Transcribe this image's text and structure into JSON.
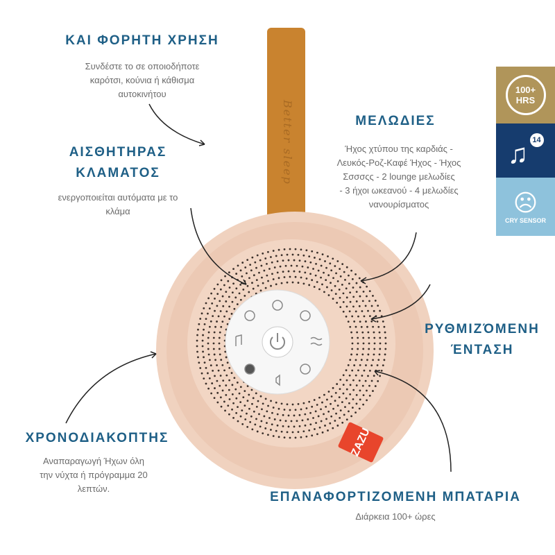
{
  "features": [
    {
      "title": "ΚΑΙ ΦΟΡΗΤΗ ΧΡΗΣΗ",
      "lines": [
        "Συνδέστε το σε οποιοδήποτε",
        "καρότσι, κούνια ή κάθισμα",
        "αυτοκινήτου"
      ]
    },
    {
      "title_lines": [
        "ΑΙΣΘΗΤΗΡΑΣ",
        "ΚΛΑΜΑΤΟΣ"
      ],
      "lines": [
        "ενεργοποιείται αυτόματα με το",
        "κλάμα"
      ]
    },
    {
      "title": "ΜΕΛΩΔΙΕΣ",
      "lines": [
        "Ήχος χτύπου της καρδιάς -",
        "Λευκός-Ροζ-Καφέ Ήχος - Ήχος",
        "Σσσσςς - 2  lounge μελωδίες",
        "- 3 ήχοι ωκεανού - 4  μελωδίες",
        "νανουρίσματος"
      ]
    },
    {
      "title_lines": [
        "ΡΥΘΜΙΖΌΜΕΝΗ",
        "ΈΝΤΑΣΗ"
      ]
    },
    {
      "title": "ΧΡΟΝΟΔΙΑΚΟΠΤΗΣ",
      "lines": [
        "Αναπαραγωγή Ήχων όλη",
        "την νύχτα ή πρόγραμμα 20",
        "λεπτών."
      ]
    },
    {
      "title": "ΕΠΑΝΑΦΟΡΤΙΖΟΜΕΝΗ ΜΠΑΤΑΡΙΑ",
      "lines": [
        "Διάρκεια 100+ ώρες"
      ]
    }
  ],
  "badges": {
    "battery": {
      "top": "100+",
      "bottom": "HRS",
      "color": "#b0955a"
    },
    "melodies": {
      "count": "14",
      "color": "#163c6e"
    },
    "cry": {
      "label": "CRY SENSOR",
      "color": "#8ec2dc"
    }
  },
  "product": {
    "strap_text": "Better sleep",
    "brand": "ZAZU",
    "strap_color": "#c9832f",
    "body_color": "#f0d2bf"
  }
}
